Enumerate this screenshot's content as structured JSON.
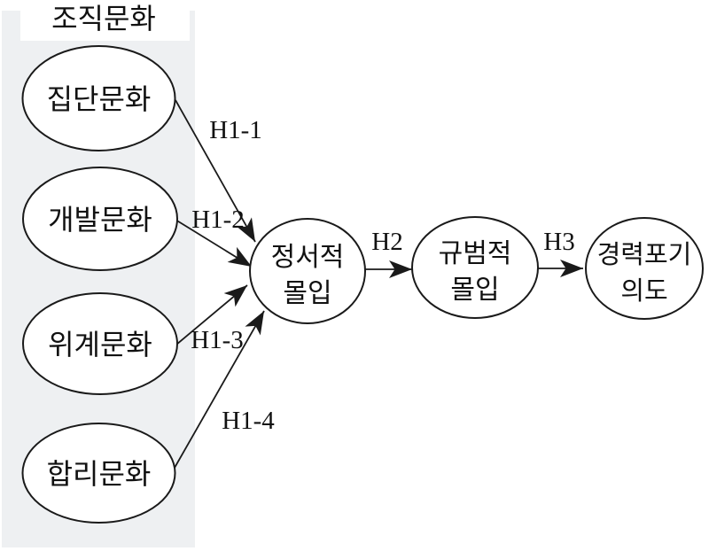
{
  "diagram": {
    "title": "조직문화",
    "nodes": {
      "group_culture": "집단문화",
      "development_culture": "개발문화",
      "hierarchy_culture": "위계문화",
      "rational_culture": "합리문화",
      "affective_commitment": {
        "line1": "정서적",
        "line2": "몰입"
      },
      "normative_commitment": {
        "line1": "규범적",
        "line2": "몰입"
      },
      "career_quit_intention": {
        "line1": "경력포기",
        "line2": "의도"
      }
    },
    "edges": {
      "h1_1": "H1-1",
      "h1_2": "H1-2",
      "h1_3": "H1-3",
      "h1_4": "H1-4",
      "h2": "H2",
      "h3": "H3"
    },
    "colors": {
      "panel": "#eef0f2",
      "stroke": "#1a1a1a",
      "node_fill": "#ffffff",
      "background": "#ffffff"
    }
  }
}
